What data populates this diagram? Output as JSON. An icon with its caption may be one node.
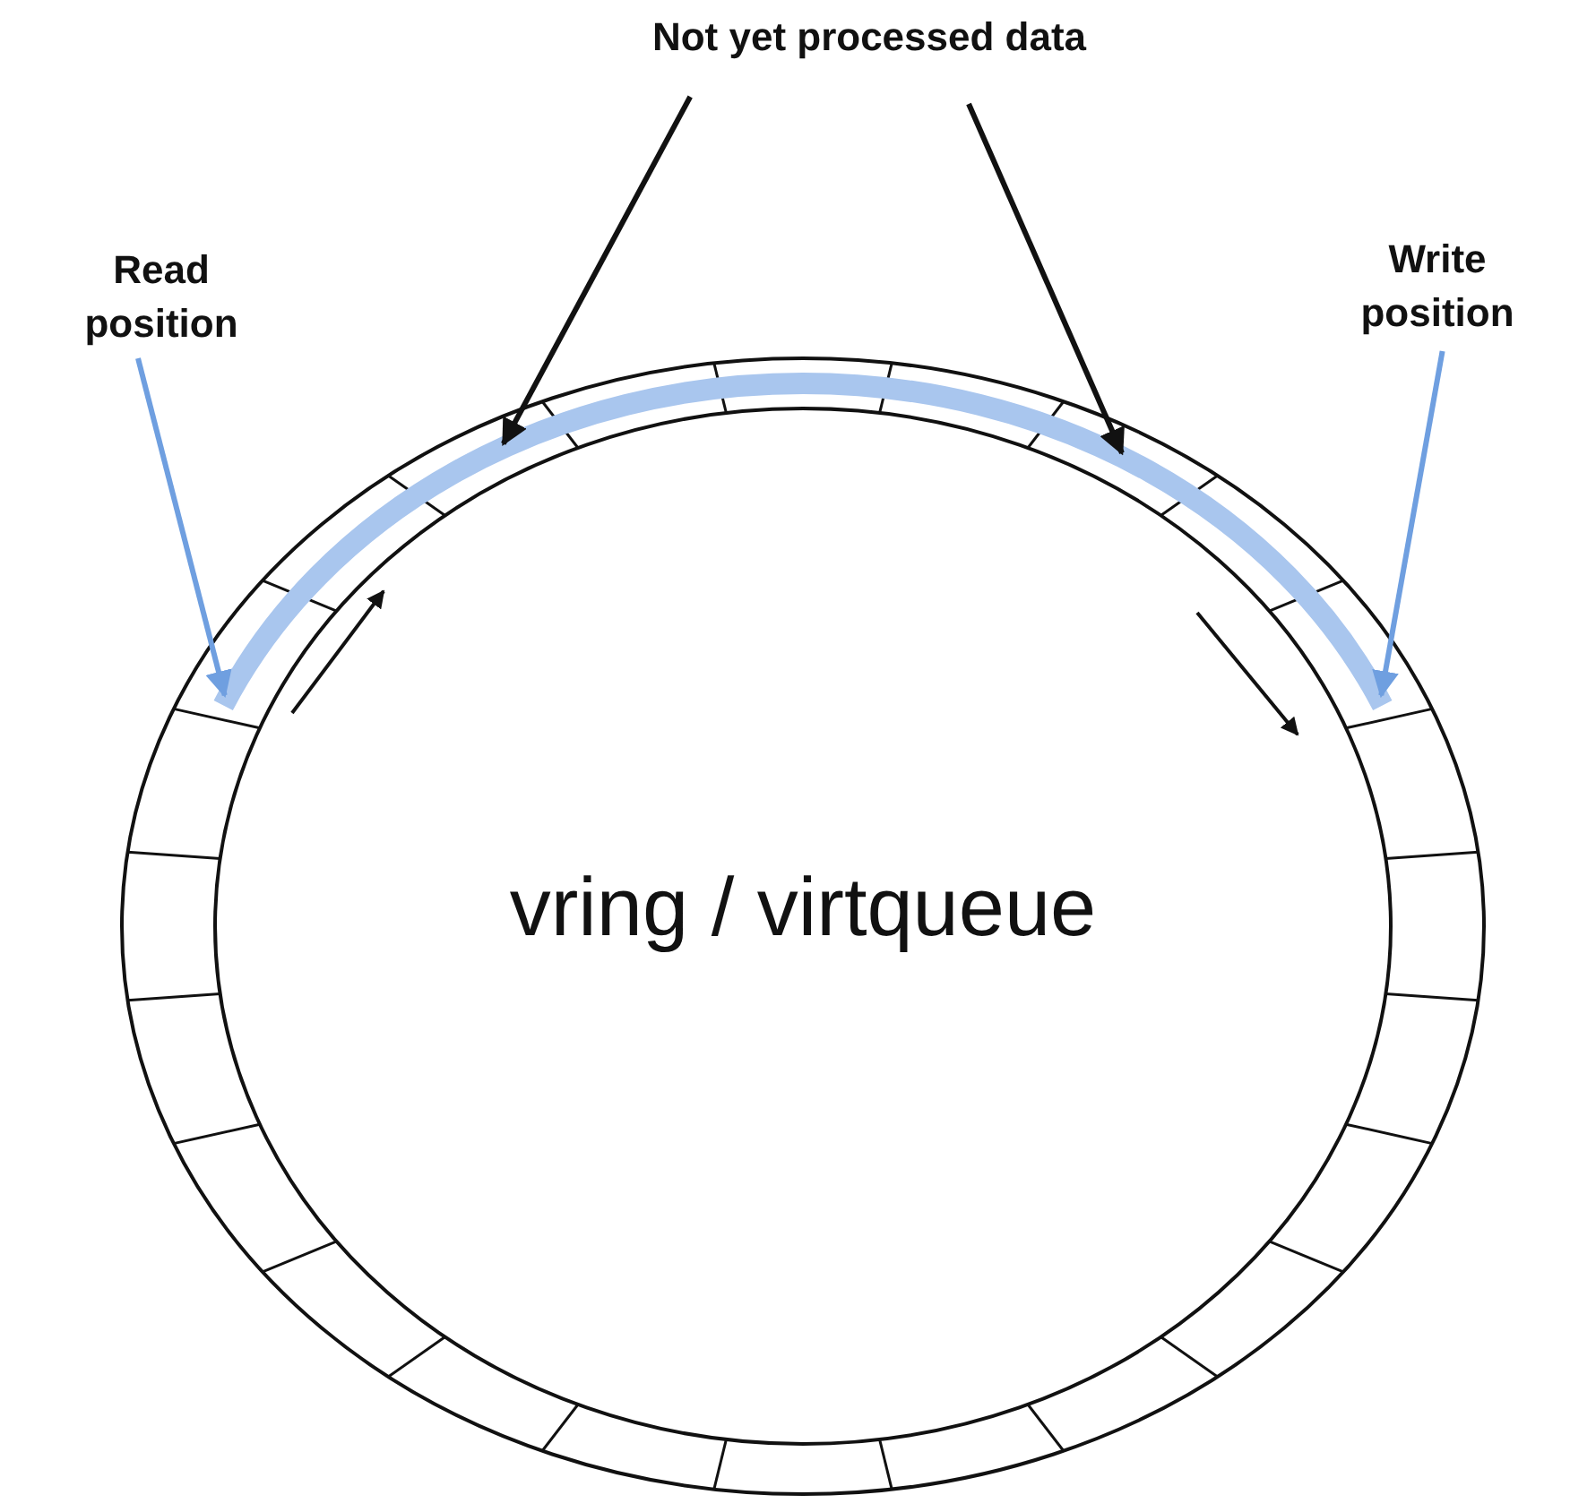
{
  "diagram": {
    "nodes": [
      {
        "text": [
          "Not yet processed data"
        ]
      },
      {
        "text": [
          "Read position"
        ]
      },
      {
        "text": [
          "Write position"
        ]
      },
      {
        "text": [
          "vring / virtqueue"
        ]
      },
      {
        "text": [],
        "shape": "bar",
        "in": 3
      }
    ],
    "edges": [
      {
        "from": 0,
        "to": 4,
        "arrow": "to"
      },
      {
        "from": 0,
        "to": 4,
        "arrow": "to"
      },
      {
        "from": 1,
        "to": 4,
        "arrow": "to",
        "color": "#6f9fe0"
      },
      {
        "from": 2,
        "to": 4,
        "arrow": "to",
        "color": "#6f9fe0"
      }
    ]
  }
}
